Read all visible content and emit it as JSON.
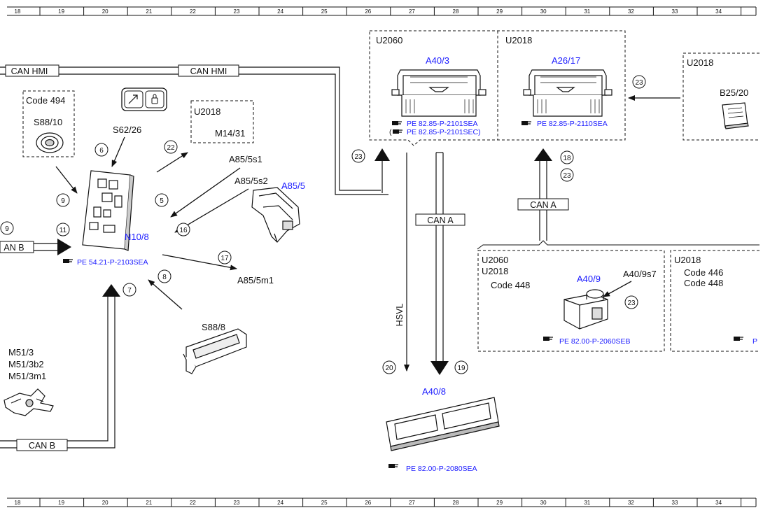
{
  "ruler": {
    "numbers": [
      "18",
      "19",
      "20",
      "21",
      "22",
      "23",
      "24",
      "25",
      "26",
      "27",
      "28",
      "29",
      "30",
      "31",
      "32",
      "33",
      "34"
    ]
  },
  "buses": {
    "can_hmi_left": "CAN HMI",
    "can_hmi_mid": "CAN HMI",
    "can_b_left": "AN B",
    "can_b_bottom": "CAN B",
    "can_a_center": "CAN A",
    "can_a_right": "CAN A",
    "hsvl": "HSVL"
  },
  "groups": {
    "u2060_top": "U2060",
    "u2018_top": "U2018",
    "u2018_far_right": "U2018",
    "u2018_mid": "U2018",
    "code_494": "Code 494",
    "bottom_u2060": "U2060",
    "bottom_u2018": "U2018",
    "bottom_code_448": "Code 448",
    "right_u2018": "U2018",
    "right_code_446": "Code 446",
    "right_code_448": "Code 448"
  },
  "components": {
    "a40_3": "A40/3",
    "a26_17": "A26/17",
    "b25_20": "B25/20",
    "m14_31": "M14/31",
    "s88_10": "S88/10",
    "s62_26": "S62/26",
    "n10_8": "N10/8",
    "a85_5s1": "A85/5s1",
    "a85_5s2": "A85/5s2",
    "a85_5": "A85/5",
    "a85_5m1": "A85/5m1",
    "s88_8": "S88/8",
    "m51_3": "M51/3",
    "m51_3b2": "M51/3b2",
    "m51_3m1": "M51/3m1",
    "a40_8": "A40/8",
    "a40_9": "A40/9",
    "a40_9s7": "A40/9s7"
  },
  "refs": {
    "a40_3_a": "PE 82.85-P-2101SEA",
    "a40_3_b": "PE 82.85-P-2101SEC)",
    "a40_3_b_paren": "(",
    "a26_17": "PE 82.85-P-2110SEA",
    "n10_8": "PE 54.21-P-2103SEA",
    "a40_9": "PE 82.00-P-2060SEB",
    "a40_8": "PE 82.00-P-2080SEA",
    "right_cut": "P"
  },
  "circles": {
    "c23_top": "23",
    "c23_left": "23",
    "c18": "18",
    "c23_mid": "23",
    "c22": "22",
    "c5": "5",
    "c16": "16",
    "c6": "6",
    "c9a": "9",
    "c9b": "9",
    "c11": "11",
    "c17": "17",
    "c8": "8",
    "c7": "7",
    "c20": "20",
    "c19": "19",
    "c23_bottom": "23"
  }
}
